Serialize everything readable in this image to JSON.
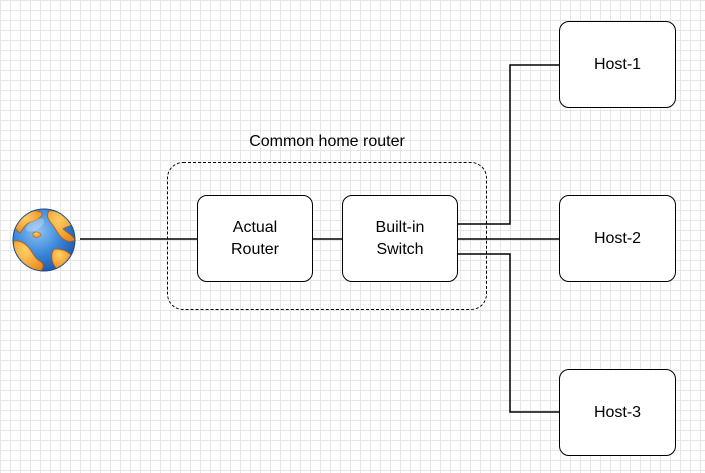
{
  "diagram": {
    "group": {
      "label": "Common home router"
    },
    "nodes": {
      "internet": {
        "icon": "globe-icon"
      },
      "router": {
        "line1": "Actual",
        "line2": "Router"
      },
      "switch": {
        "line1": "Built-in",
        "line2": "Switch"
      },
      "host1": {
        "label": "Host-1"
      },
      "host2": {
        "label": "Host-2"
      },
      "host3": {
        "label": "Host-3"
      }
    },
    "connections": [
      {
        "from": "internet",
        "to": "router"
      },
      {
        "from": "router",
        "to": "switch"
      },
      {
        "from": "switch",
        "to": "host1"
      },
      {
        "from": "switch",
        "to": "host2"
      },
      {
        "from": "switch",
        "to": "host3"
      }
    ],
    "colors": {
      "stroke": "#000000",
      "grid": "#e6e6e6",
      "globe_ocean": "#3a86d9",
      "globe_land": "#f0a02a"
    }
  }
}
